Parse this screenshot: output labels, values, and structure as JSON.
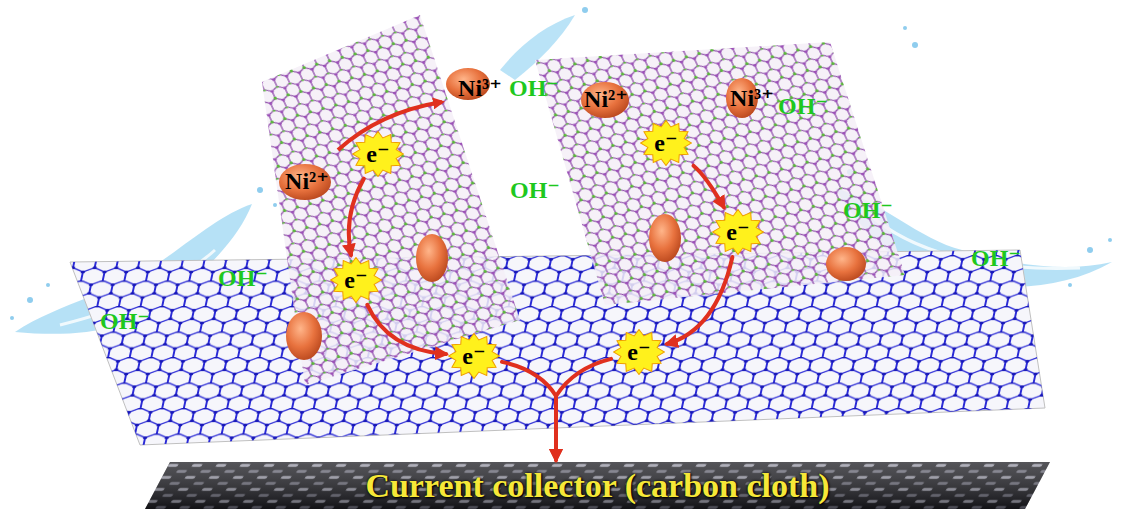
{
  "diagram": {
    "nodes": [
      {
        "text": [
          "e⁻"
        ]
      },
      {
        "text": [
          "e⁻"
        ]
      },
      {
        "text": [
          "e⁻"
        ]
      },
      {
        "text": [
          "e⁻"
        ]
      },
      {
        "text": [
          "e⁻"
        ]
      },
      {
        "text": [
          "e⁻"
        ]
      },
      {
        "text": [
          "Current collector (carbon cloth)"
        ]
      }
    ],
    "edges": [
      {
        "from": 0,
        "to": 1,
        "arrow": "to"
      },
      {
        "from": 1,
        "to": 2,
        "arrow": "to"
      },
      {
        "from": 3,
        "to": 4,
        "arrow": "to"
      },
      {
        "from": 4,
        "to": 5,
        "arrow": "to"
      },
      {
        "from": 2,
        "to": 6,
        "arrow": "to"
      },
      {
        "from": 5,
        "to": 6,
        "arrow": "to"
      }
    ],
    "labels": [
      "Ni³⁺",
      "OH⁻",
      "Ni²⁺",
      "OH⁻",
      "OH⁻",
      "OH⁻",
      "Ni²⁺",
      "Ni³⁺",
      "OH⁻",
      "OH⁻",
      "OH⁻"
    ]
  }
}
